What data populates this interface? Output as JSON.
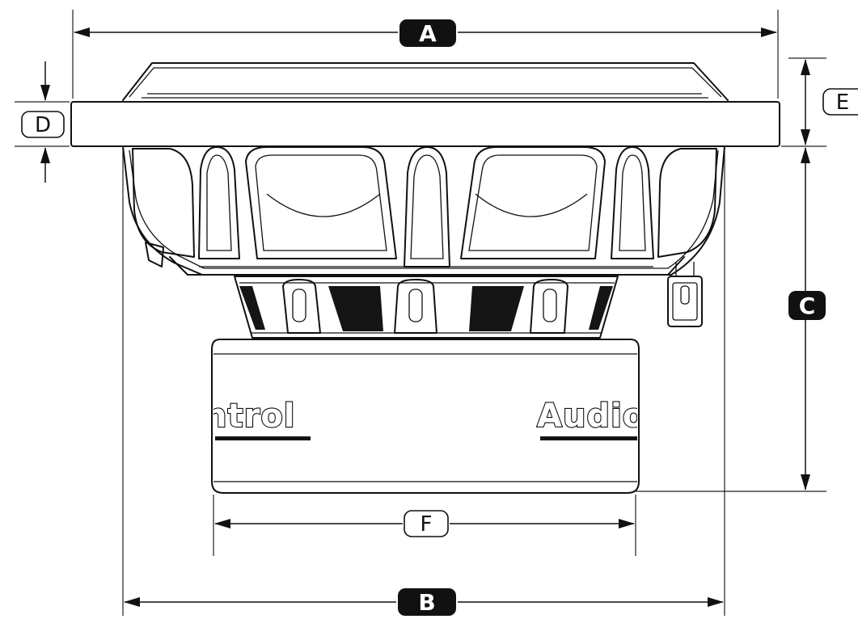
{
  "diagram": {
    "dimension_labels": {
      "A": "A",
      "B": "B",
      "C": "C",
      "D": "D",
      "E": "E",
      "F": "F"
    },
    "brand_text_left": "ntrol",
    "brand_text_right": "Audio"
  }
}
